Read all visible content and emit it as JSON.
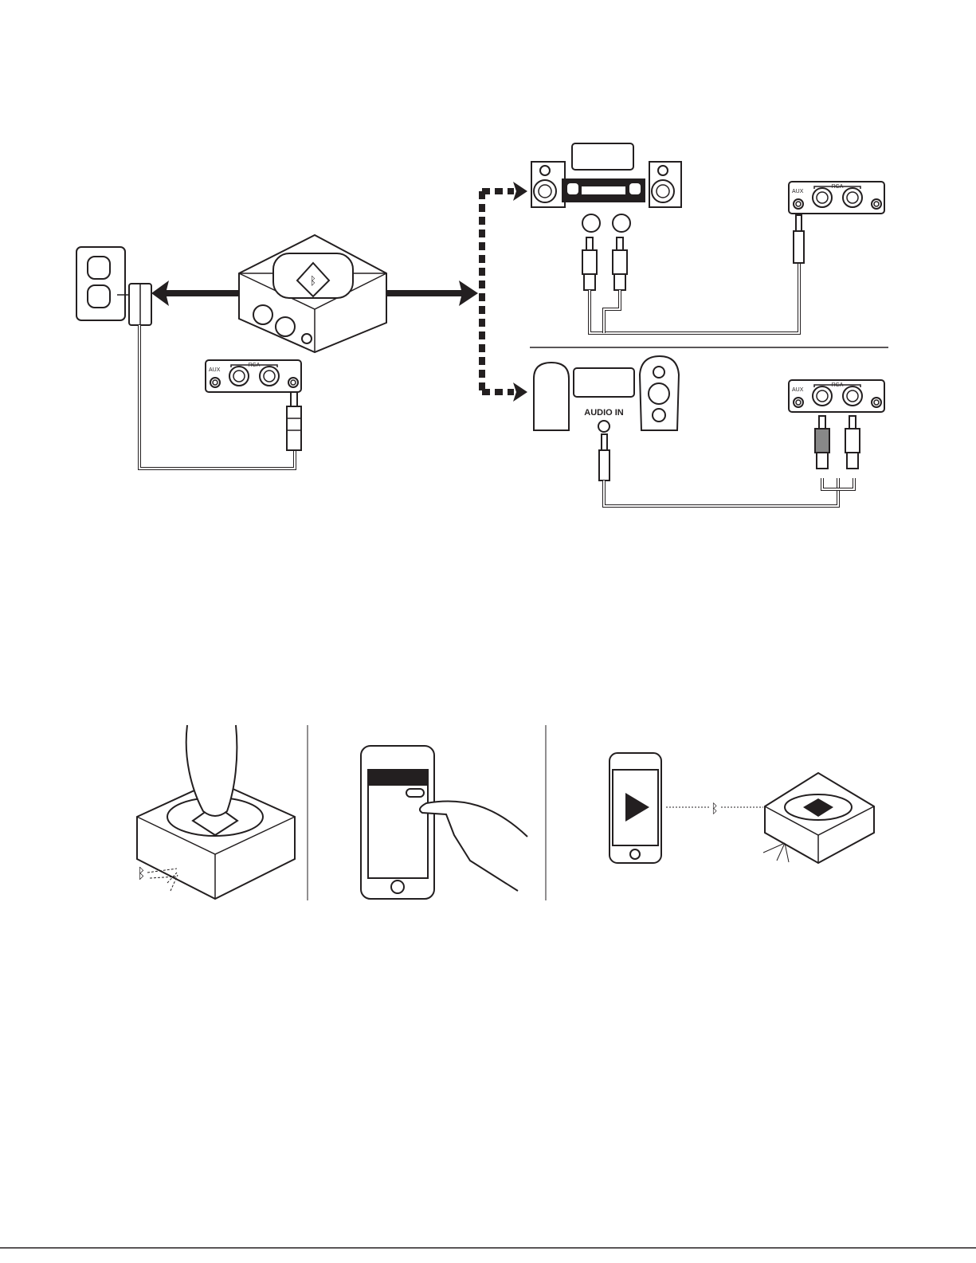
{
  "panel": {
    "aux": "AUX",
    "rca": "RCA"
  },
  "speaker_input": {
    "label": "AUDIO IN"
  },
  "colors": {
    "ink": "#231f20",
    "background": "#ffffff"
  }
}
